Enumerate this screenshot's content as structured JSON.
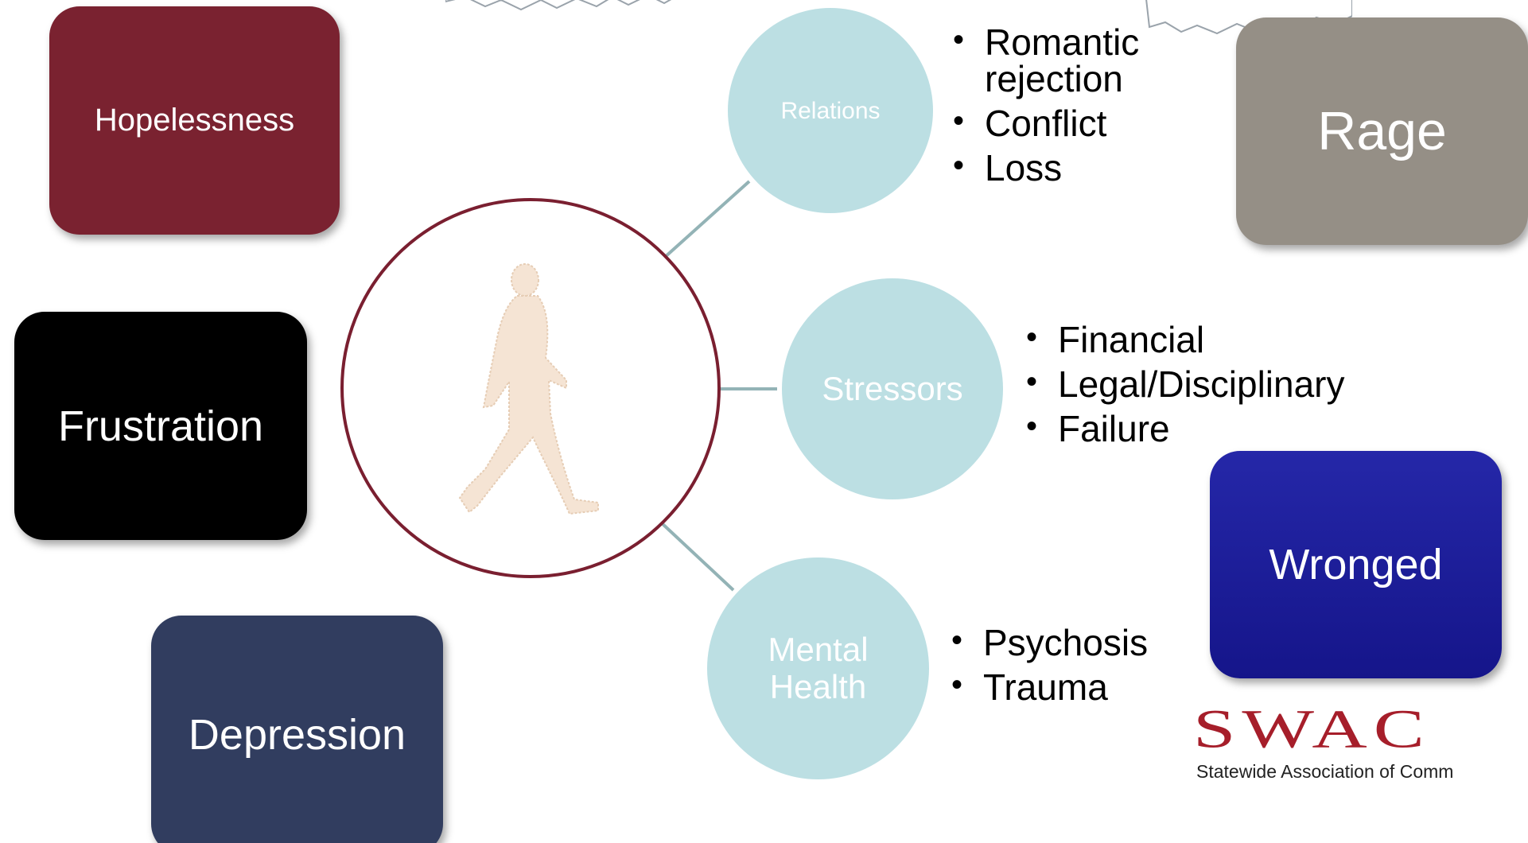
{
  "emotions": {
    "hopelessness": "Hopelessness",
    "frustration": "Frustration",
    "depression": "Depression",
    "rage": "Rage",
    "wronged": "Wronged"
  },
  "topics": {
    "relations": {
      "label": "Relations",
      "items": [
        "Romantic rejection",
        "Conflict",
        "Loss"
      ]
    },
    "stressors": {
      "label": "Stressors",
      "items": [
        "Financial",
        "Legal/Disciplinary",
        "Failure"
      ]
    },
    "mental_health": {
      "label_line1": "Mental",
      "label_line2": "Health",
      "items": [
        "Psychosis",
        "Trauma"
      ]
    }
  },
  "logo": {
    "mark": "SWAC",
    "subtitle": "Statewide Association of Comm"
  },
  "colors": {
    "hopelessness": "#7a2230",
    "frustration": "#000000",
    "depression": "#313d5f",
    "rage": "#958f86",
    "wronged": "#2527a8",
    "topic_circle": "#bcdfe3",
    "center_ring": "#7a1f30",
    "connector": "#93b3b6",
    "figure": "#f5e4d4"
  },
  "icons": {
    "center": "walking-person-icon"
  }
}
